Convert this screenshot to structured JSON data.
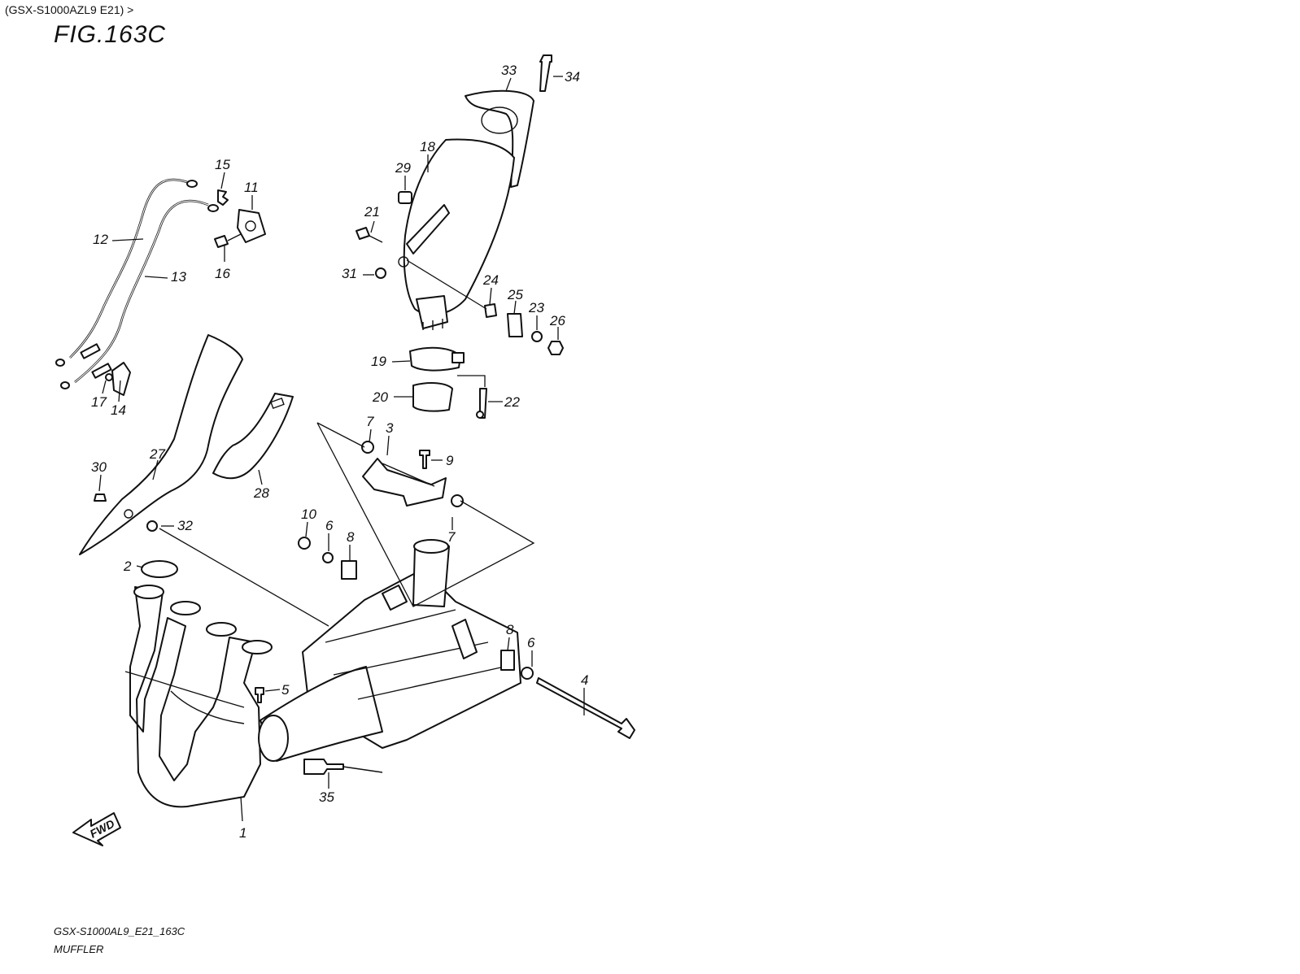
{
  "header": {
    "breadcrumb": "(GSX-S1000AZL9 E21) >",
    "figure_title": "FIG.163C"
  },
  "footer": {
    "code": "GSX-S1000AL9_E21_163C",
    "name": "MUFFLER"
  },
  "direction_marker": {
    "label": "FWD"
  },
  "callouts": {
    "c1": "1",
    "c2": "2",
    "c3": "3",
    "c4": "4",
    "c5": "5",
    "c6a": "6",
    "c6b": "6",
    "c7a": "7",
    "c7b": "7",
    "c8a": "8",
    "c8b": "8",
    "c9": "9",
    "c10": "10",
    "c11": "11",
    "c12": "12",
    "c13": "13",
    "c14": "14",
    "c15": "15",
    "c16": "16",
    "c17": "17",
    "c18": "18",
    "c19": "19",
    "c20": "20",
    "c21": "21",
    "c22": "22",
    "c23": "23",
    "c24": "24",
    "c25": "25",
    "c26": "26",
    "c27": "27",
    "c28": "28",
    "c29": "29",
    "c30": "30",
    "c31": "31",
    "c32": "32",
    "c33": "33",
    "c34": "34",
    "c35": "35"
  }
}
